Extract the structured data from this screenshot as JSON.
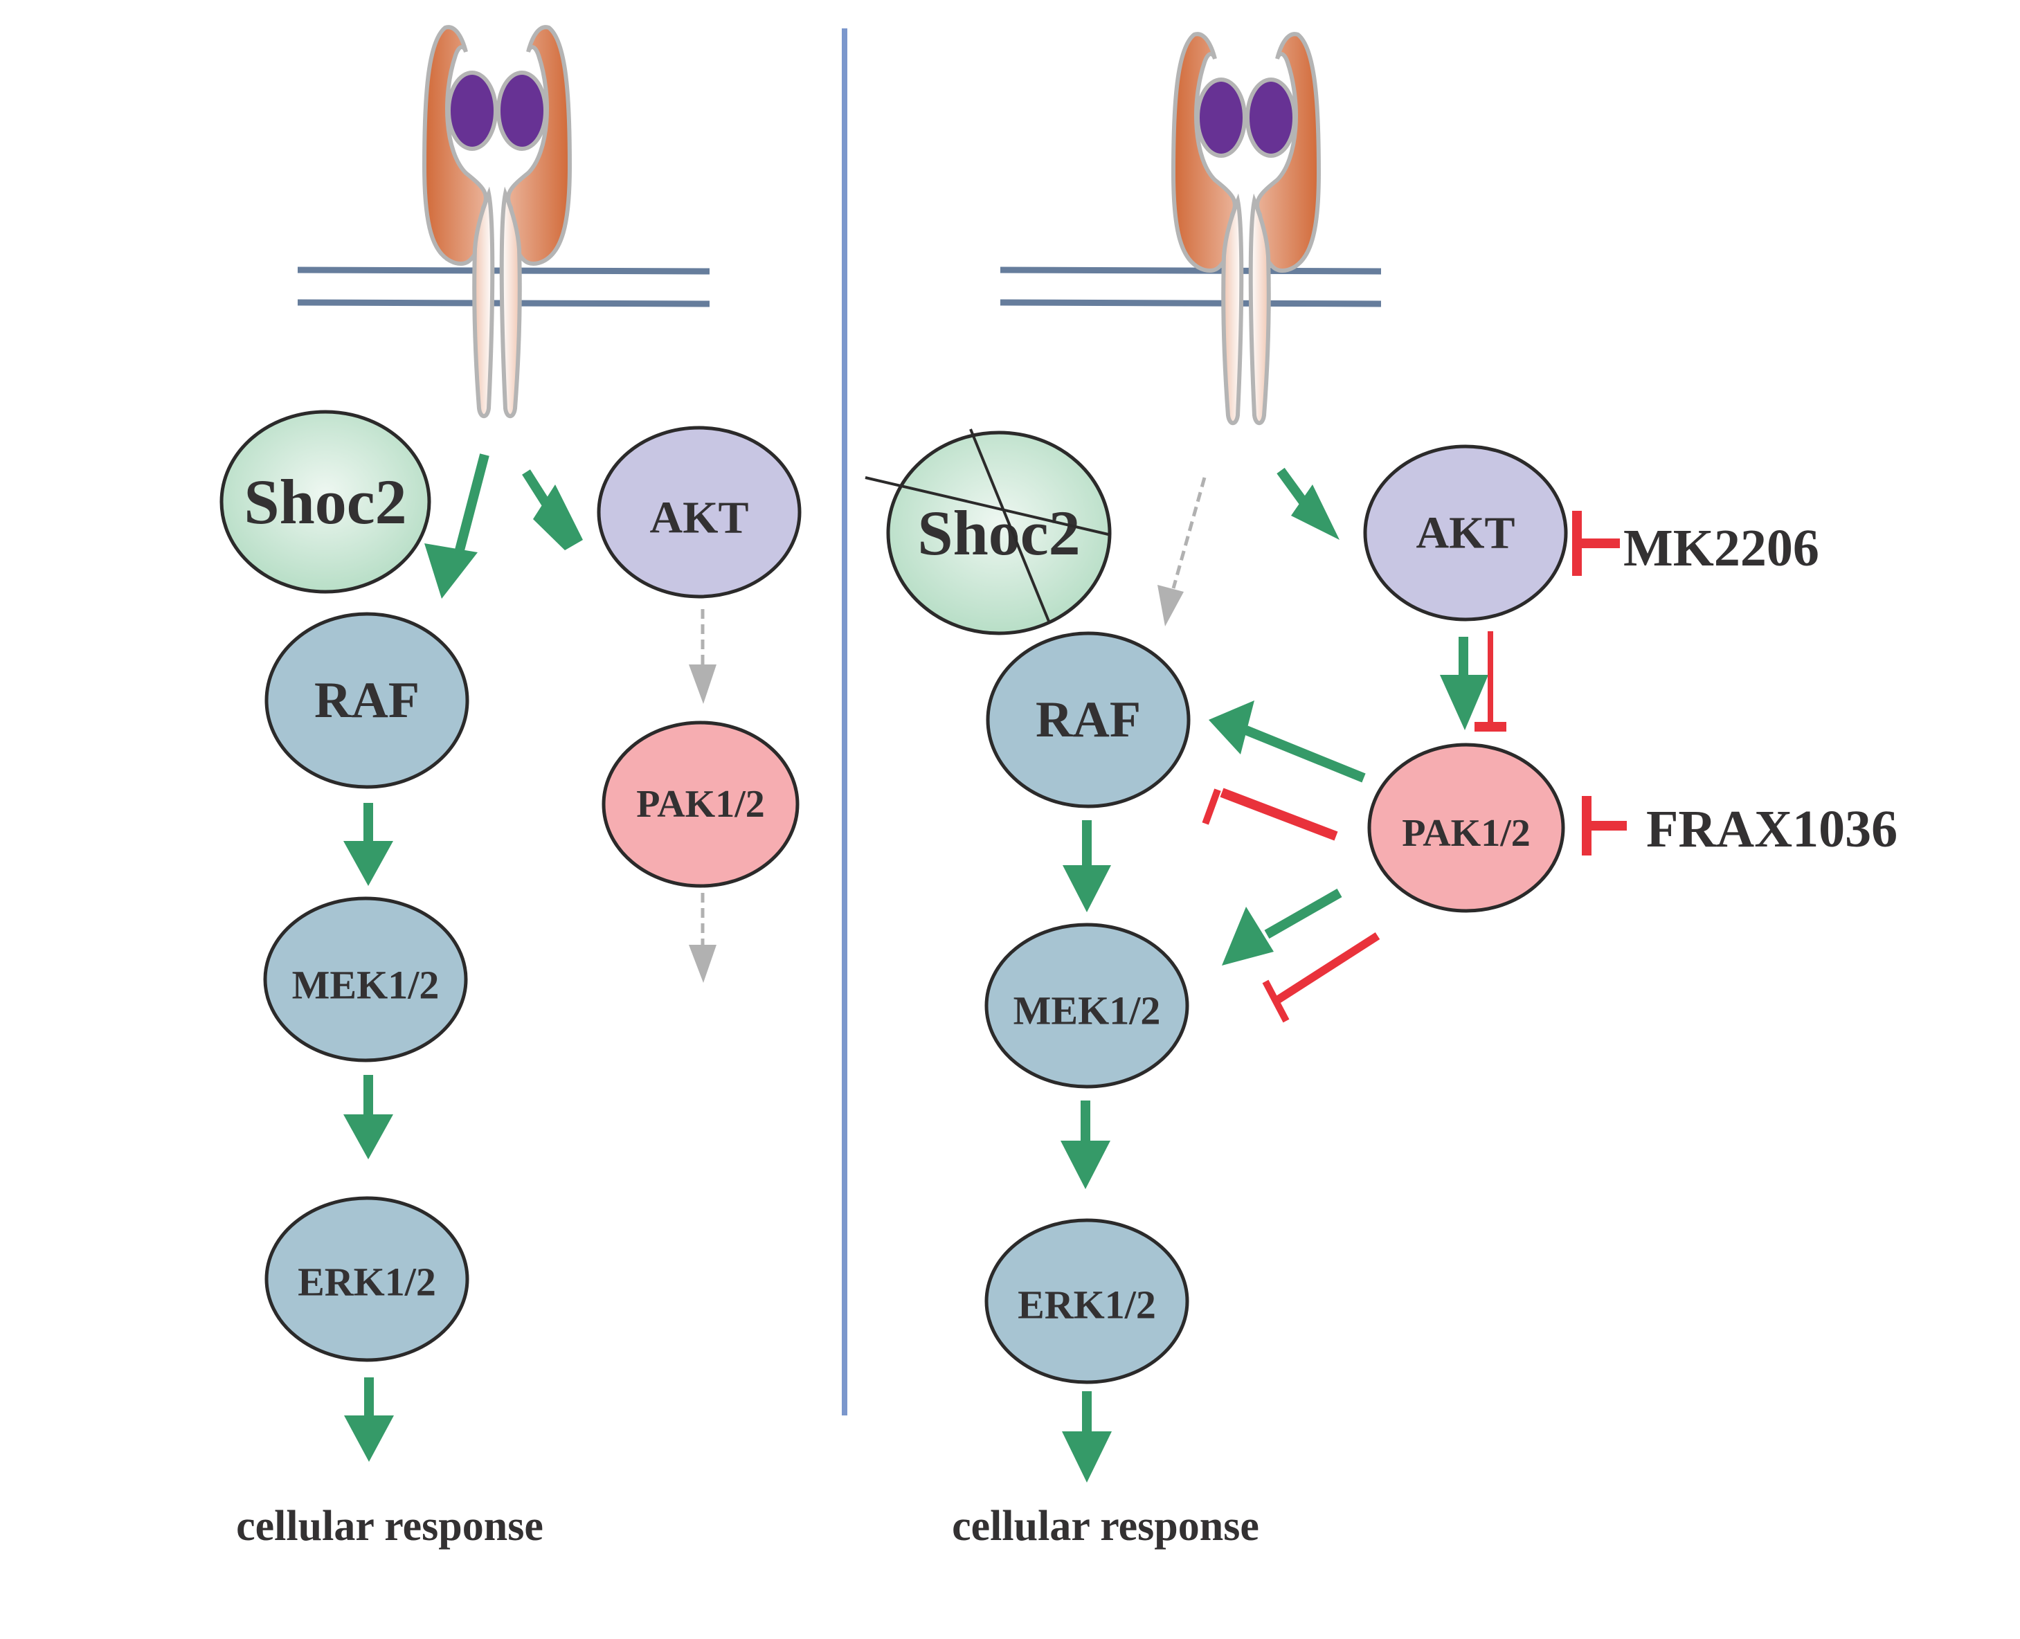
{
  "figure": {
    "description": "Signaling pathway schematic comparing intact Shoc2-mediated RAF activation (left) with Shoc2 loss and compensatory AKT/PAK1/2 signaling (right)"
  },
  "colors": {
    "activation": "#359a68",
    "inhibition": "#e9323b",
    "weak_dashed": "#b1b1b1",
    "divider": "#7b97cc",
    "membrane": "#667d9c",
    "shoc2_fill": "#b9e0c9",
    "akt_fill": "#c8c6e3",
    "pak_fill": "#f6adb1",
    "mapk_fill": "#a7c4d2",
    "ligand_fill": "#673294",
    "receptor_fill": "#d4703f",
    "text": "#333132"
  },
  "left_panel": {
    "nodes": {
      "shoc2": "Shoc2",
      "akt": "AKT",
      "raf": "RAF",
      "pak": "PAK1/2",
      "mek": "MEK1/2",
      "erk": "ERK1/2"
    },
    "edges": [
      {
        "from": "receptor",
        "to": "RAF",
        "type": "activation"
      },
      {
        "from": "receptor",
        "to": "AKT",
        "type": "activation"
      },
      {
        "from": "AKT",
        "to": "PAK1/2",
        "type": "weak"
      },
      {
        "from": "PAK1/2",
        "to": "downstream",
        "type": "weak"
      },
      {
        "from": "RAF",
        "to": "MEK1/2",
        "type": "activation"
      },
      {
        "from": "MEK1/2",
        "to": "ERK1/2",
        "type": "activation"
      },
      {
        "from": "ERK1/2",
        "to": "cellular response",
        "type": "activation"
      }
    ],
    "output_label": "cellular response"
  },
  "right_panel": {
    "nodes": {
      "shoc2": "Shoc2",
      "akt": "AKT",
      "raf": "RAF",
      "pak": "PAK1/2",
      "mek": "MEK1/2",
      "erk": "ERK1/2"
    },
    "shoc2_state": "depleted (crossed out)",
    "inhibitors": [
      {
        "name": "MK2206",
        "target": "AKT"
      },
      {
        "name": "FRAX1036",
        "target": "PAK1/2"
      }
    ],
    "edges": [
      {
        "from": "receptor",
        "to": "RAF",
        "type": "weak"
      },
      {
        "from": "receptor",
        "to": "AKT",
        "type": "activation"
      },
      {
        "from": "AKT",
        "to": "PAK1/2",
        "type": "activation"
      },
      {
        "from": "AKT",
        "to": "PAK1/2",
        "type": "inhibition"
      },
      {
        "from": "PAK1/2",
        "to": "RAF",
        "type": "activation"
      },
      {
        "from": "PAK1/2",
        "to": "RAF",
        "type": "inhibition"
      },
      {
        "from": "PAK1/2",
        "to": "MEK1/2",
        "type": "activation"
      },
      {
        "from": "PAK1/2",
        "to": "MEK1/2",
        "type": "inhibition"
      },
      {
        "from": "RAF",
        "to": "MEK1/2",
        "type": "activation"
      },
      {
        "from": "MEK1/2",
        "to": "ERK1/2",
        "type": "activation"
      },
      {
        "from": "ERK1/2",
        "to": "cellular response",
        "type": "activation"
      }
    ],
    "output_label": "cellular response"
  }
}
